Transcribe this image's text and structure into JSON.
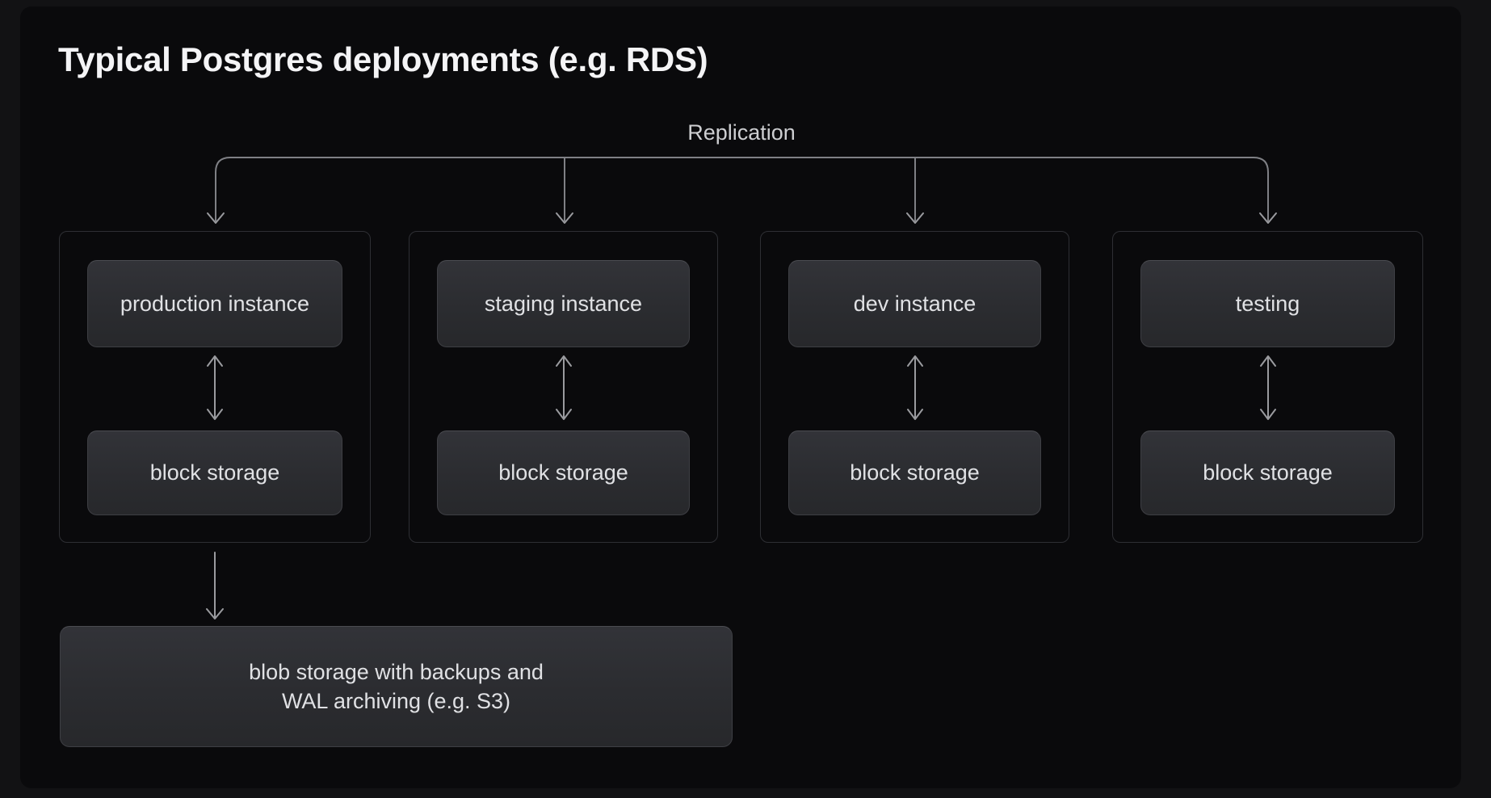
{
  "page": {
    "title": "Typical Postgres deployments (e.g. RDS)"
  },
  "replication": {
    "label": "Replication"
  },
  "groups": [
    {
      "instance": "production instance",
      "storage": "block storage"
    },
    {
      "instance": "staging instance",
      "storage": "block storage"
    },
    {
      "instance": "dev instance",
      "storage": "block storage"
    },
    {
      "instance": "testing",
      "storage": "block storage"
    }
  ],
  "blob": {
    "line1": "blob storage with backups and",
    "line2": "WAL archiving (e.g. S3)"
  },
  "colors": {
    "outer-bg": "#121214",
    "panel-bg": "#0a0a0c",
    "group-border": "#2e2f34",
    "node-top": "#323338",
    "node-bottom": "#27282b",
    "node-border": "#3e3f44",
    "node-text": "#e0e1e4",
    "title-text": "#f4f4f6",
    "label-text": "#cdced1",
    "line": "#7f8085",
    "arrow": "#9a9b9f"
  }
}
